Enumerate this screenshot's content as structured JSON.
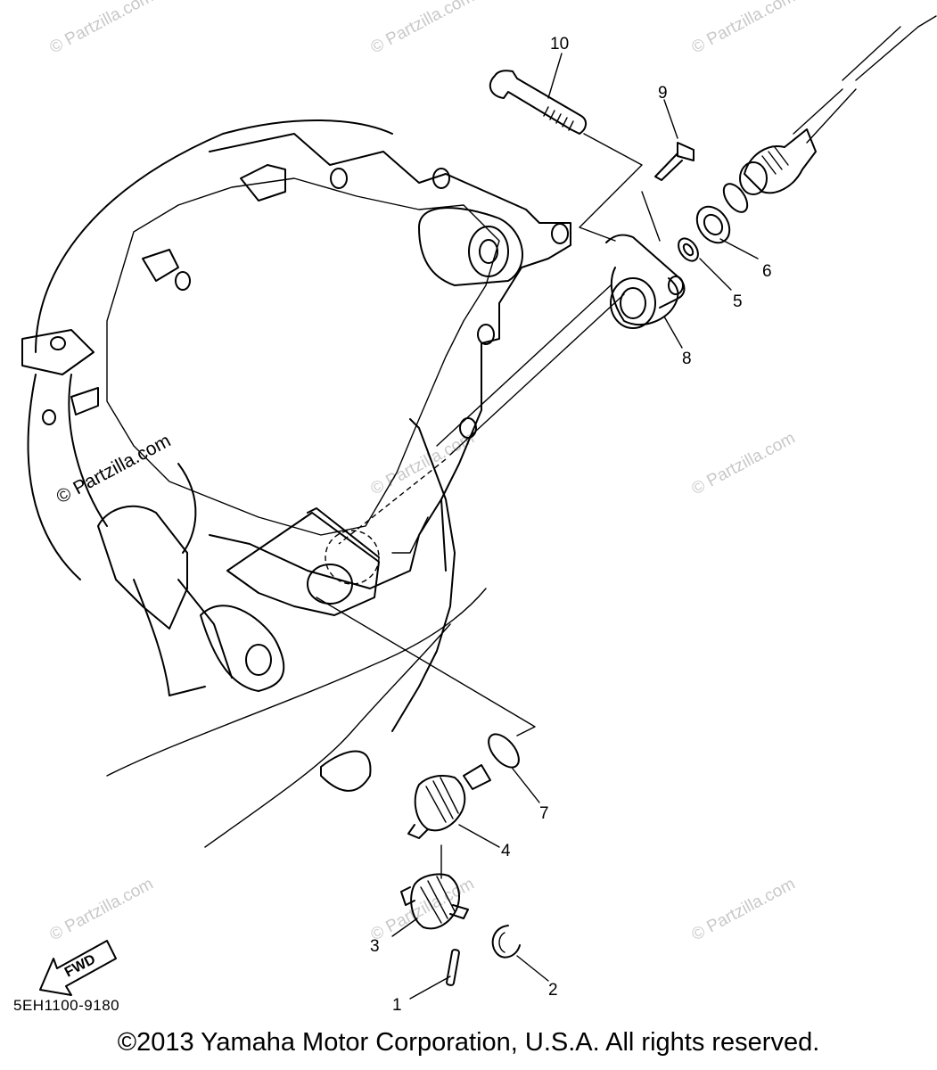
{
  "watermark": "© Partzilla.com",
  "drawing_code": "5EH1100-9180",
  "copyright": "©2013  Yamaha Motor Corporation, U.S.A. All rights reserved.",
  "fwd_label": "FWD",
  "callouts": [
    "1",
    "2",
    "3",
    "4",
    "5",
    "6",
    "7",
    "8",
    "9",
    "10"
  ]
}
